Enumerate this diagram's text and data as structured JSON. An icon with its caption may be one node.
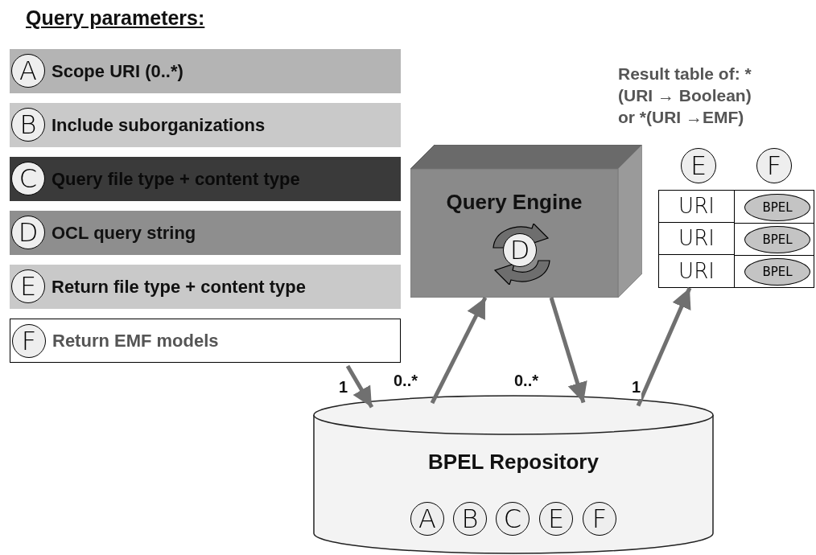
{
  "diagram": {
    "nodes": [
      {
        "text": [
          "Query parameters:"
        ]
      },
      {
        "text": [
          "Scope URI (0..*)"
        ],
        "in": 0
      },
      {
        "text": [
          "A"
        ],
        "in": 1
      },
      {
        "text": [
          "Include suborganizations"
        ],
        "in": 0
      },
      {
        "text": [
          "B"
        ],
        "in": 3
      },
      {
        "text": [
          "Query file type + content type"
        ],
        "in": 0
      },
      {
        "text": [
          "C"
        ],
        "in": 5
      },
      {
        "text": [
          "OCL query string"
        ],
        "in": 0
      },
      {
        "text": [
          "D"
        ],
        "in": 7
      },
      {
        "text": [
          "Return file type + content type"
        ],
        "in": 0
      },
      {
        "text": [
          "E"
        ],
        "in": 9
      },
      {
        "text": [
          "Return EMF models"
        ],
        "in": 0
      },
      {
        "text": [
          "F"
        ],
        "in": 11
      },
      {
        "text": [
          "Query Engine"
        ]
      },
      {
        "text": [
          "D"
        ],
        "in": 13
      },
      {
        "text": [],
        "shape": "box"
      },
      {
        "text": [
          "BPEL"
        ],
        "in": 15
      },
      {
        "text": [
          "BPEL"
        ],
        "in": 15
      },
      {
        "text": [
          "BPEL"
        ],
        "in": 15
      },
      {
        "text": [
          "E"
        ]
      },
      {
        "text": [
          "F"
        ]
      },
      {
        "text": [
          "BPEL Repository"
        ]
      },
      {
        "text": [
          "A"
        ],
        "in": 21
      },
      {
        "text": [
          "B"
        ],
        "in": 21
      },
      {
        "text": [
          "C"
        ],
        "in": 21
      },
      {
        "text": [
          "E"
        ],
        "in": 21
      },
      {
        "text": [
          "F"
        ],
        "in": 21
      }
    ],
    "edges": [
      {
        "from": 0,
        "to": 21,
        "arrow": "to",
        "label": "1"
      },
      {
        "from": 21,
        "to": 13,
        "arrow": "to",
        "label": "0..*"
      },
      {
        "from": 13,
        "to": 21,
        "arrow": "to",
        "label": "0..*"
      },
      {
        "from": 21,
        "to": 15,
        "arrow": "to",
        "label": "1"
      }
    ],
    "labels": [
      "Result table of: *(URI → Boolean) or *(URI →EMF)",
      "URI",
      "URI",
      "URI"
    ]
  }
}
